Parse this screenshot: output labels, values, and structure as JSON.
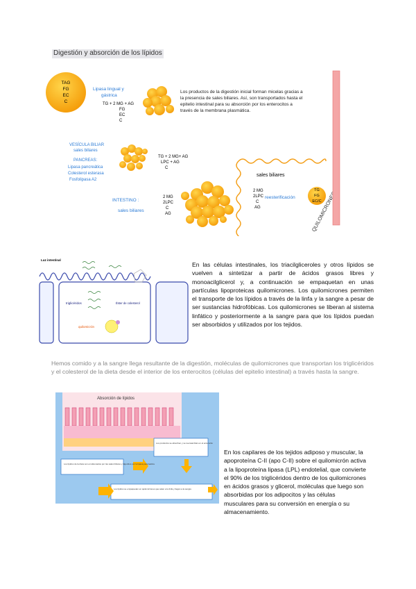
{
  "title": "Digestión y absorción de los lípidos",
  "diagram1": {
    "droplet_top_lines": [
      "TAG",
      "FG",
      "EC",
      "C"
    ],
    "lipasa_label": "Lipasa lingual y gástrica",
    "products_top": "TG + 2 MG + AG",
    "products_top_lines": [
      "FG",
      "EC",
      "C"
    ],
    "bile_text": "Los productos de la digestión inicial forman micelas gracias a la presencia de sales biliares. Así, son transportados hasta el epitelio intestinal para su absorción por los enterocitos a través de la membrana plasmática.",
    "vesicula_label": "VESÍCULA BILIAR",
    "sales_biliares_label": "sales biliares",
    "pancreas_label": "PANCREAS:",
    "pancreas_enzymes": [
      "Lipasa pancreática",
      "Colesterol esterasa",
      "Fosfolipasa A2"
    ],
    "products_mid": "TG + 2 MG+ AG",
    "products_mid_lines": [
      "LPC + AG",
      "C"
    ],
    "intestino_label": "INTESTINO :",
    "intestino_sales": "sales biliares",
    "products_bottom_lines": [
      "2 MG",
      "2LPC",
      "C",
      "AG"
    ],
    "cell_sales": "sales biliares",
    "cell_products": [
      "2 MG",
      "2LPC",
      "C",
      "AG"
    ],
    "reesterificacion": "reesterificación",
    "chylo_lines": [
      "TG",
      "FG",
      "EC/C"
    ],
    "quilomicrones": "QUILOMICRONES"
  },
  "diagram2": {
    "luz_label": "Luz intestinal",
    "trigliceridos": "triglicéridos",
    "colesterol": "Éster de colesterol",
    "quilomicron": "quilomicrón"
  },
  "para1": "En las células intestinales, los triacilgliceroles y otros lípidos se vuelven a sintetizar a partir de ácidos grasos libres y monoacilglicerol y, a continuación se empaquetan en unas partículas lipoproteicas quilomicrones. Los quilomicrones permiten el transporte de los lípidos a través de la linfa y la sangre a pesar de ser sustancias hidrofóbicas. Los quilomicrones se liberan al sistema linfático y posteriormente a la sangre para que los lípidos puedan ser absorbidos y utilizados por los tejidos.",
  "gray_para": "Hemos comido y a la sangre llega resultante de la digestión, moléculas de quilomicrones que transportan los triglicéridos y el colesterol de la dieta desde el interior de los enterocitos (células del epitelio intestinal) a través hasta la sangre.",
  "diagram3": {
    "title": "Absorción de lípidos",
    "box1": "Los lípidos de la dieta son emulsionados por las sales biliares y digeridos por la lipasa pancreática",
    "box2": "Los productos se absorben y se reensamblan en el enterocito",
    "box3": "Los lípidos se empaquetan en quilomicrones que salen a la linfa y llegan a la sangre"
  },
  "para3": "En los capilares de los tejidos adiposo y muscular, la apoproteína C-II (apo C-II) sobre el quilomicrón activa a la lipoproteína lipasa (LPL) endotelial, que convierte el 90% de los triglicéridos dentro de los quilomicrones en ácidos grasos y glicerol, moléculas que luego son absorbidas por los adipocitos y las células musculares para su conversión en energía o su almacenamiento.",
  "colors": {
    "orange": "#f9a825",
    "blue_text": "#2b7bd6",
    "vessel": "#f4a6a6",
    "pink_tissue": "#f3b7c2",
    "blue_bg": "#9cc9ef"
  }
}
